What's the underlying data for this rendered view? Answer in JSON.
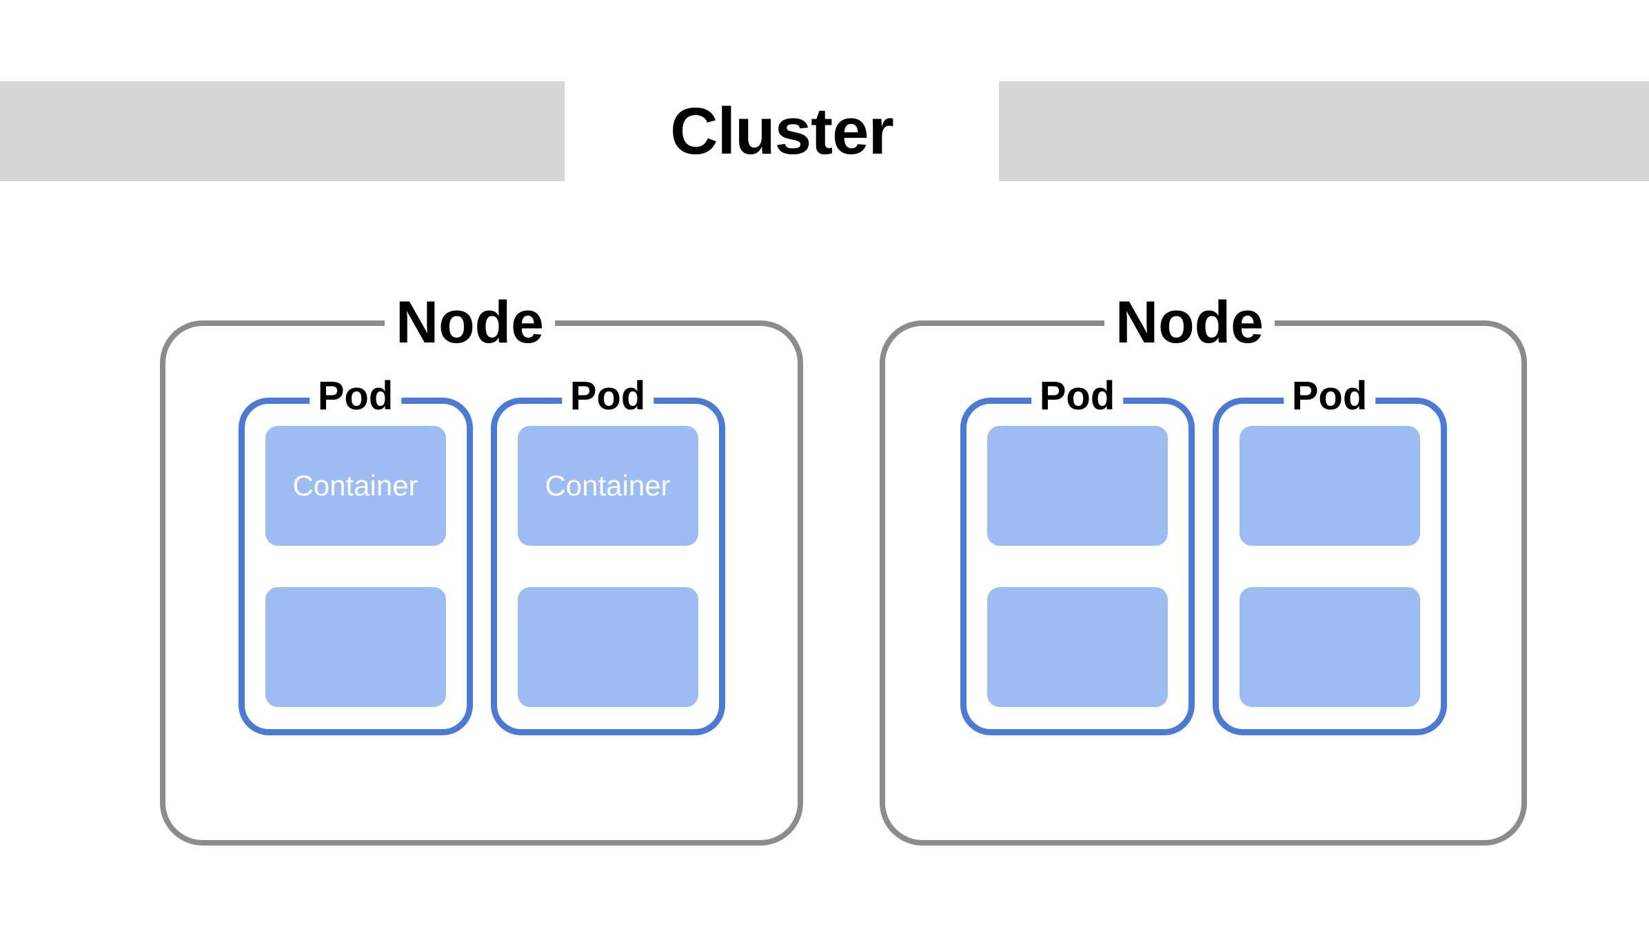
{
  "header": {
    "title": "Cluster",
    "band_color": "#d6d6d6",
    "title_color": "#000000"
  },
  "colors": {
    "node_border": "#8c8c8c",
    "pod_border": "#4c79d2",
    "container_fill": "#9dbcf2",
    "container_text": "#ffffff",
    "background": "#ffffff"
  },
  "nodes": [
    {
      "label": "Node",
      "pods": [
        {
          "label": "Pod",
          "containers": [
            {
              "label": "Container",
              "has_label": true
            },
            {
              "label": "",
              "has_label": false
            }
          ]
        },
        {
          "label": "Pod",
          "containers": [
            {
              "label": "Container",
              "has_label": true
            },
            {
              "label": "",
              "has_label": false
            }
          ]
        }
      ]
    },
    {
      "label": "Node",
      "pods": [
        {
          "label": "Pod",
          "containers": [
            {
              "label": "",
              "has_label": false
            },
            {
              "label": "",
              "has_label": false
            }
          ]
        },
        {
          "label": "Pod",
          "containers": [
            {
              "label": "",
              "has_label": false
            },
            {
              "label": "",
              "has_label": false
            }
          ]
        }
      ]
    }
  ]
}
